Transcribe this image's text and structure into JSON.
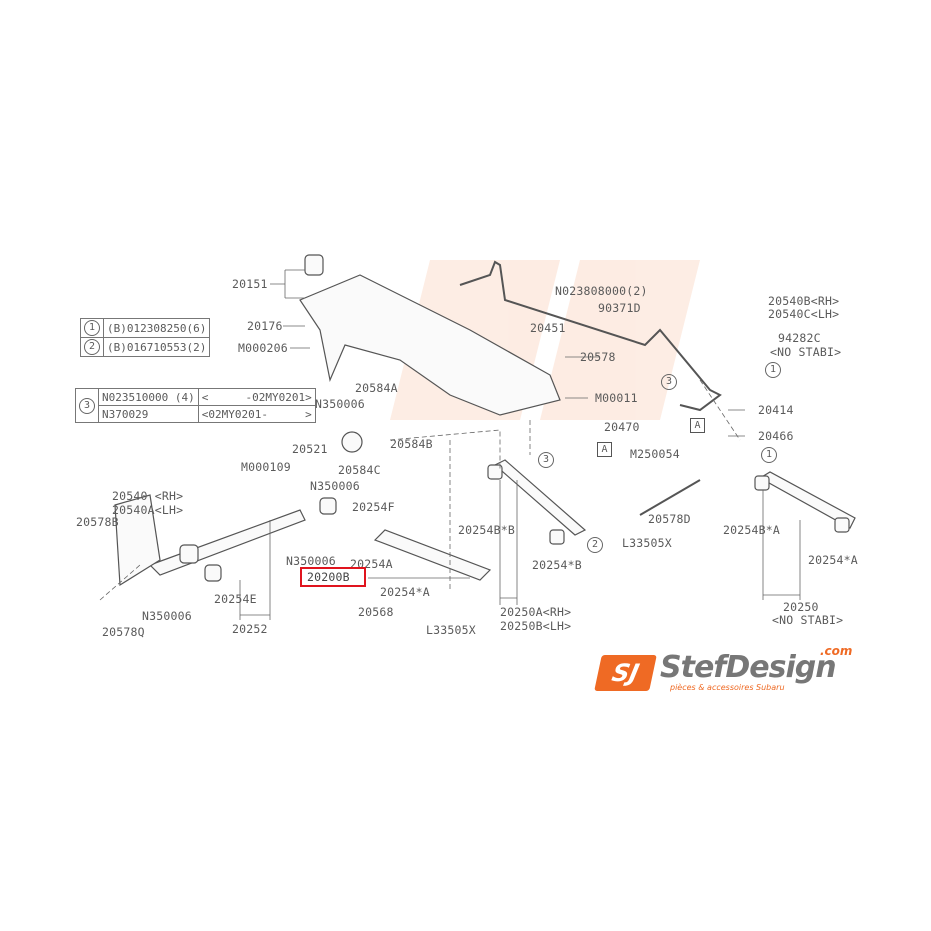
{
  "labels": [
    "20151",
    "20176",
    "M000206",
    "20451",
    "N023808000(2)",
    "90371D",
    "20578",
    "20540B<RH>",
    "20540C<LH>",
    "94282C",
    "<NO STABI>",
    "20584A",
    "N350006",
    "M00011",
    "20414",
    "20521",
    "20584B",
    "20470",
    "20466",
    "M250054",
    "20584C",
    "N350006",
    "M000109",
    "20540 <RH>",
    "20540A<LH>",
    "20578B",
    "20254F",
    "20578D",
    "20254B*B",
    "20254B*A",
    "L33505X",
    "N350006",
    "20254A",
    "20200B",
    "20254*B",
    "20254*A",
    "20254*A",
    "20254E",
    "N350006",
    "20568",
    "20250A<RH>",
    "20250B<LH>",
    "20250",
    "<NO STABI>",
    "20252",
    "20578Q",
    "L33505X"
  ],
  "ref_table_1": [
    {
      "num": "1",
      "code": "B",
      "part": "012308250(6)"
    },
    {
      "num": "2",
      "code": "B",
      "part": "016710553(2)"
    }
  ],
  "ref_table_3": {
    "num": "3",
    "rows": [
      {
        "part": "N023510000 (4)",
        "range_start": "<",
        "range_end": "-02MY0201>"
      },
      {
        "part": "N370029",
        "range_start": "<02MY0201-",
        "range_end": ">"
      }
    ]
  },
  "callouts": {
    "c1": "1",
    "c2": "2",
    "c3": "3",
    "a": "A"
  },
  "highlight_part": "20200B",
  "logo": {
    "mark": "SJ",
    "name": "StefDesign",
    "com": ".com",
    "tagline": "pièces & accessoires Subaru"
  },
  "colors": {
    "highlight": "#e0141e",
    "brand": "#ef6a24"
  }
}
